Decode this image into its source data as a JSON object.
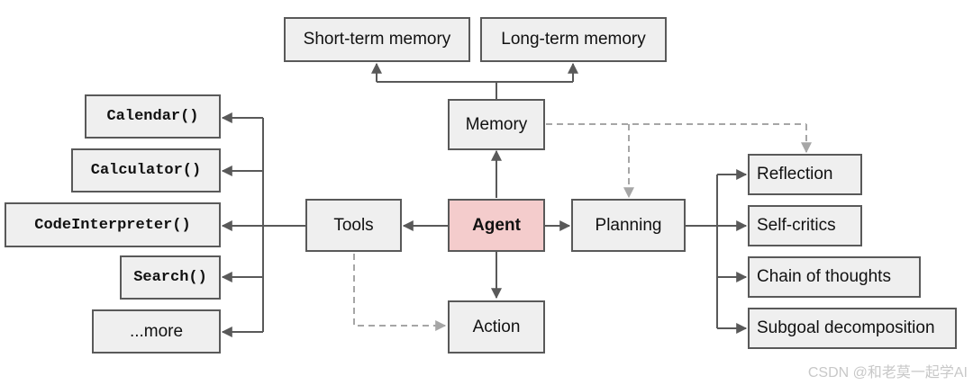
{
  "diagram": {
    "nodes": {
      "short_term_memory": "Short-term memory",
      "long_term_memory": "Long-term memory",
      "memory": "Memory",
      "agent": "Agent",
      "tools": "Tools",
      "planning": "Planning",
      "action": "Action",
      "calendar": "Calendar()",
      "calculator": "Calculator()",
      "code_interpreter": "CodeInterpreter()",
      "search": "Search()",
      "more": "...more",
      "reflection": "Reflection",
      "self_critics": "Self-critics",
      "chain_of_thoughts": "Chain of thoughts",
      "subgoal_decomposition": "Subgoal decomposition"
    },
    "colors": {
      "node_fill": "#efefef",
      "node_border": "#595959",
      "agent_fill": "#f4cccc",
      "solid_line": "#595959",
      "dashed_line": "#a6a6a6"
    }
  },
  "watermark": "CSDN @和老莫一起学AI"
}
